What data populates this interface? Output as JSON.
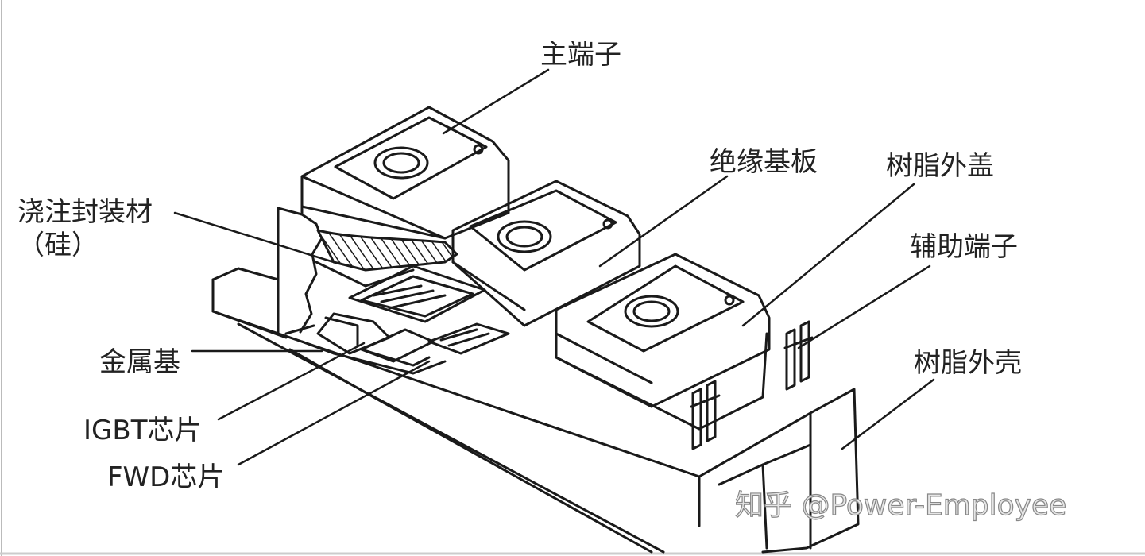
{
  "labels": {
    "main_terminal": "主端子",
    "insulating_substrate": "绝缘基板",
    "resin_cover": "树脂外盖",
    "potting_material_line1": "浇注封装材",
    "potting_material_line2": "（硅）",
    "auxiliary_terminal": "辅助端子",
    "metal_base": "金属基",
    "resin_case": "树脂外壳",
    "igbt_chip": "IGBT芯片",
    "fwd_chip": "FWD芯片"
  },
  "watermark": "知乎 @Power-Employee",
  "colors": {
    "line": "#1a1a1a",
    "label": "#222222",
    "background": "#ffffff"
  }
}
